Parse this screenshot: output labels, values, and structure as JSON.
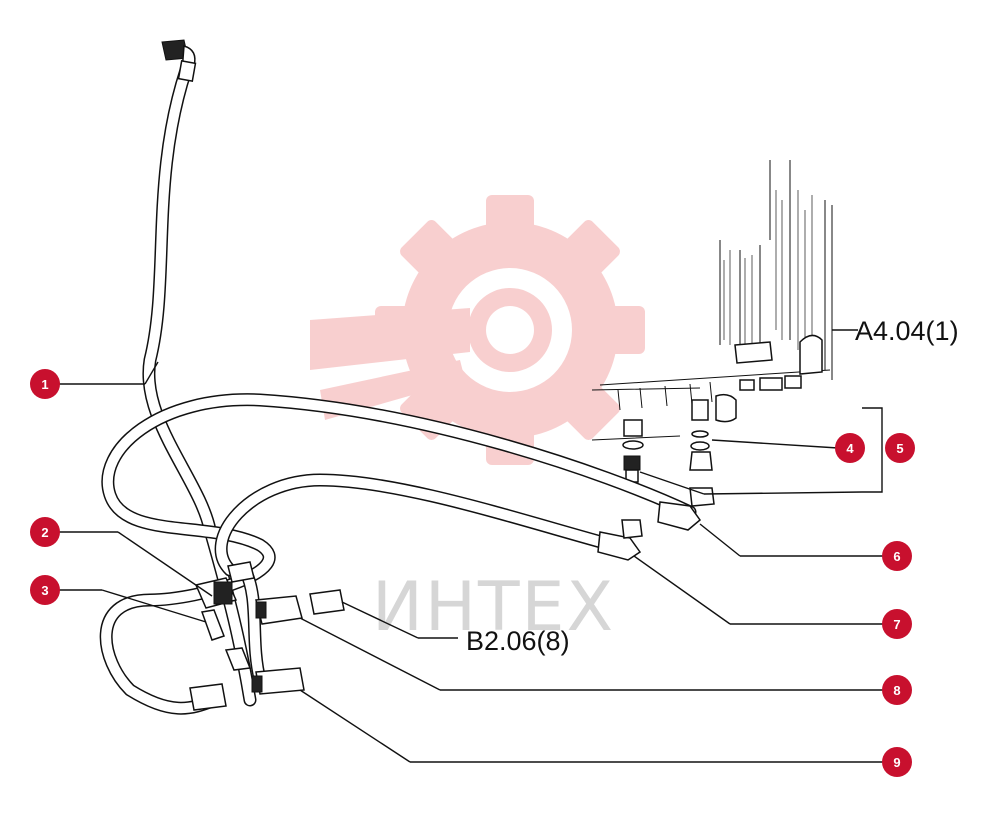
{
  "diagram": {
    "watermark": "ИНТЕХ",
    "references": {
      "a404": "A4.04(1)",
      "b206": "B2.06(8)"
    },
    "callouts": [
      "1",
      "2",
      "3",
      "4",
      "5",
      "6",
      "7",
      "8",
      "9"
    ],
    "colors": {
      "badge": "#c8102e",
      "watermark_logo": "#f7c8c8",
      "watermark_text": "#d6d6d6",
      "line": "#111111"
    }
  }
}
